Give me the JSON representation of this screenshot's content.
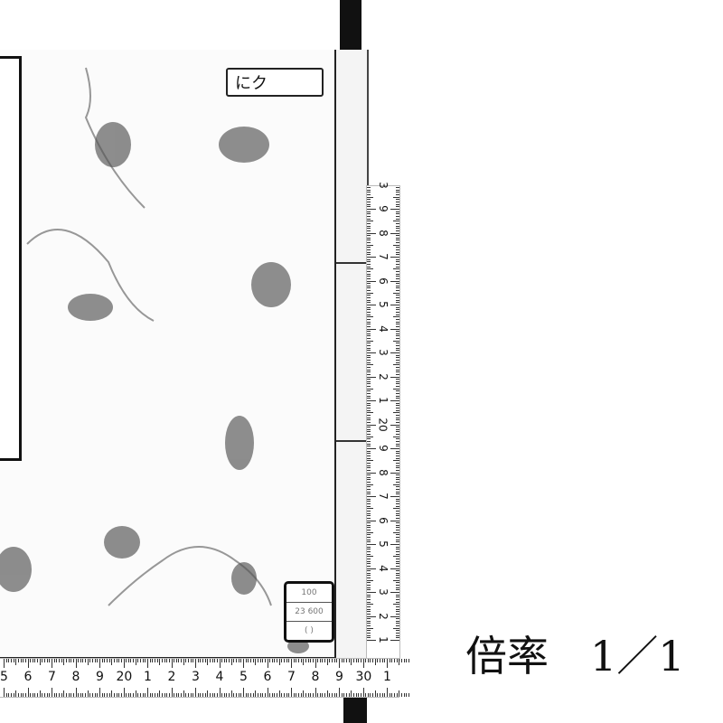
{
  "document": {
    "cover_label": "にク",
    "stamp": {
      "line1": "100",
      "line2": "23 600",
      "line3": "( )"
    },
    "scale_text": "倍率　1／1"
  },
  "rulers": {
    "horizontal_numbers": [
      "5",
      "6",
      "7",
      "8",
      "9",
      "20",
      "1",
      "2",
      "3",
      "4",
      "5",
      "6",
      "7",
      "8",
      "9",
      "30",
      "1"
    ],
    "vertical_numbers": [
      "1",
      "2",
      "3",
      "4",
      "5",
      "6",
      "7",
      "8",
      "9",
      "20",
      "1",
      "2",
      "3",
      "4",
      "5",
      "6",
      "7",
      "8",
      "9",
      "3"
    ]
  }
}
